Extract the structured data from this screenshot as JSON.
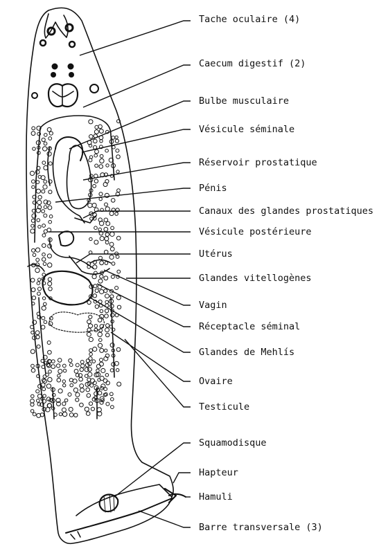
{
  "labels": {
    "tache_oculaire": "Tache oculaire (4)",
    "caecum_digestif": "Caecum digestif (2)",
    "bulbe_musculaire": "Bulbe musculaire",
    "vesicule_seminale": "Vésicule séminale",
    "reservoir_prostatique": "Réservoir prostatique",
    "penis": "Pénis",
    "canaux_glandes_prostatiques": "Canaux des glandes prostatiques",
    "vesicule_posterieure": "Vésicule postérieure",
    "uterus": "Utérus",
    "glandes_vitellogenes": "Glandes vitellogènes",
    "vagin": "Vagin",
    "receptacle_seminal": "Réceptacle séminal",
    "glandes_de_mehlis": "Glandes de Mehlís",
    "ovaire": "Ovaire",
    "testicule": "Testicule",
    "squamodisque": "Squamodisque",
    "hapteur": "Hapteur",
    "hamuli": "Hamuli",
    "barre_transversale": "Barre transversale (3)"
  }
}
